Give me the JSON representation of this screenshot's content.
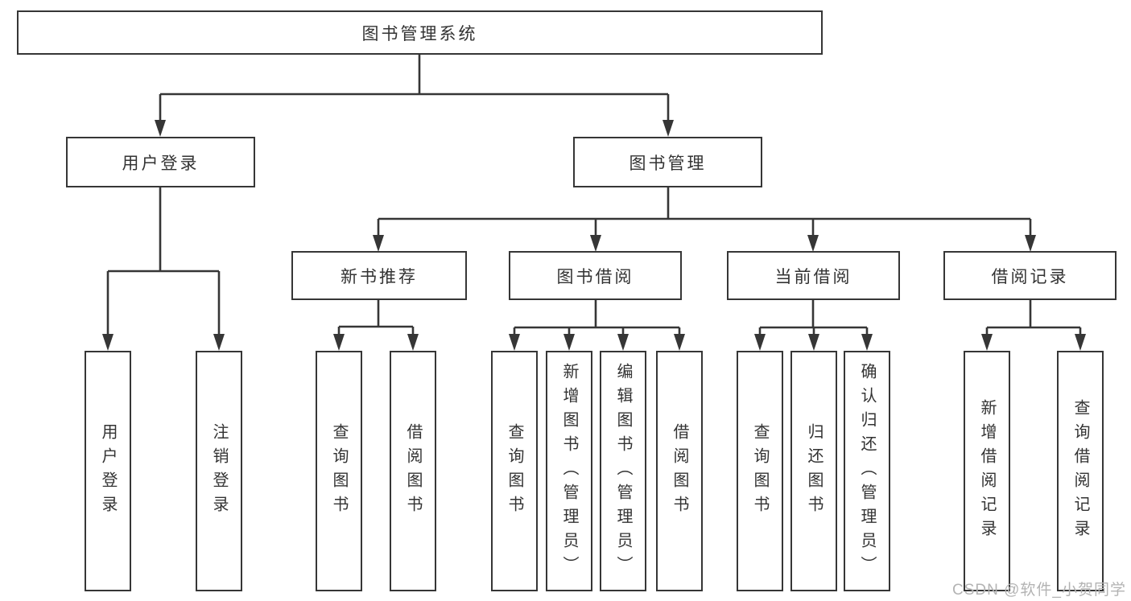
{
  "diagram": {
    "root": {
      "label": "图书管理系统"
    },
    "branches": [
      {
        "label": "用户登录",
        "children": [
          {
            "label": "用户登录"
          },
          {
            "label": "注销登录"
          }
        ]
      },
      {
        "label": "图书管理",
        "children": [
          {
            "label": "新书推荐",
            "children": [
              {
                "label": "查询图书"
              },
              {
                "label": "借阅图书"
              }
            ]
          },
          {
            "label": "图书借阅",
            "children": [
              {
                "label": "查询图书"
              },
              {
                "label": "新增图书（管理员）"
              },
              {
                "label": "编辑图书（管理员）"
              },
              {
                "label": "借阅图书"
              }
            ]
          },
          {
            "label": "当前借阅",
            "children": [
              {
                "label": "查询图书"
              },
              {
                "label": "归还图书"
              },
              {
                "label": "确认归还（管理员）"
              }
            ]
          },
          {
            "label": "借阅记录",
            "children": [
              {
                "label": "新增借阅记录"
              },
              {
                "label": "查询借阅记录"
              }
            ]
          }
        ]
      }
    ]
  },
  "watermark": {
    "text": "CSDN @软件_小贺同学"
  },
  "colors": {
    "line": "#363636",
    "text": "#333333",
    "background": "#ffffff",
    "watermark": "#b3b3b3"
  }
}
